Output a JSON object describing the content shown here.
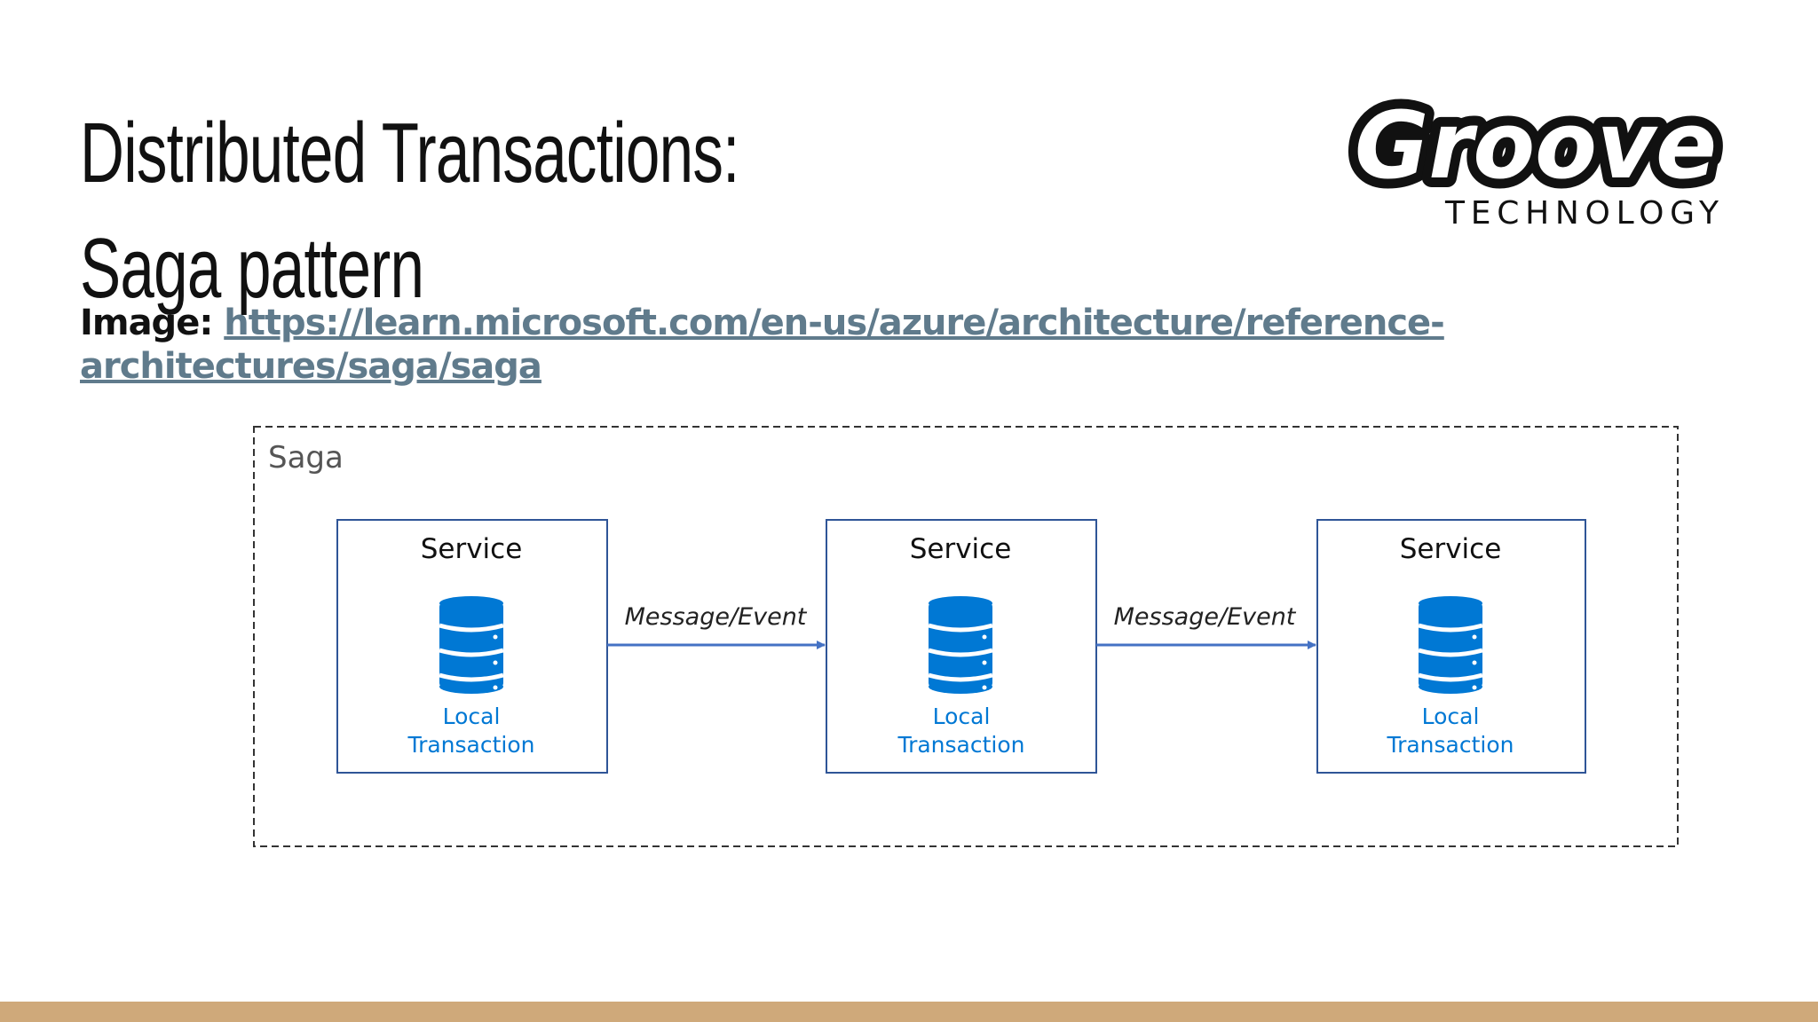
{
  "slide": {
    "title_line1": "Distributed Transactions:",
    "title_line2": "Saga pattern",
    "caption_label": "Image:",
    "caption_link_line1": "https://learn.microsoft.com/en-us/azure/architecture/reference-",
    "caption_link_line2": "architectures/saga/saga"
  },
  "logo": {
    "wordmark": "Groove",
    "subtitle": "TECHNOLOGY"
  },
  "diagram": {
    "container_label": "Saga",
    "services": [
      {
        "title": "Service",
        "label_line1": "Local",
        "label_line2": "Transaction"
      },
      {
        "title": "Service",
        "label_line1": "Local",
        "label_line2": "Transaction"
      },
      {
        "title": "Service",
        "label_line1": "Local",
        "label_line2": "Transaction"
      }
    ],
    "arrows": [
      {
        "label": "Message/Event"
      },
      {
        "label": "Message/Event"
      }
    ]
  },
  "colors": {
    "accent_blue": "#0078d4",
    "arrow_blue": "#4472c4",
    "box_border": "#2f5597",
    "link": "#607b8c",
    "bottom_bar": "#cfa97a"
  }
}
